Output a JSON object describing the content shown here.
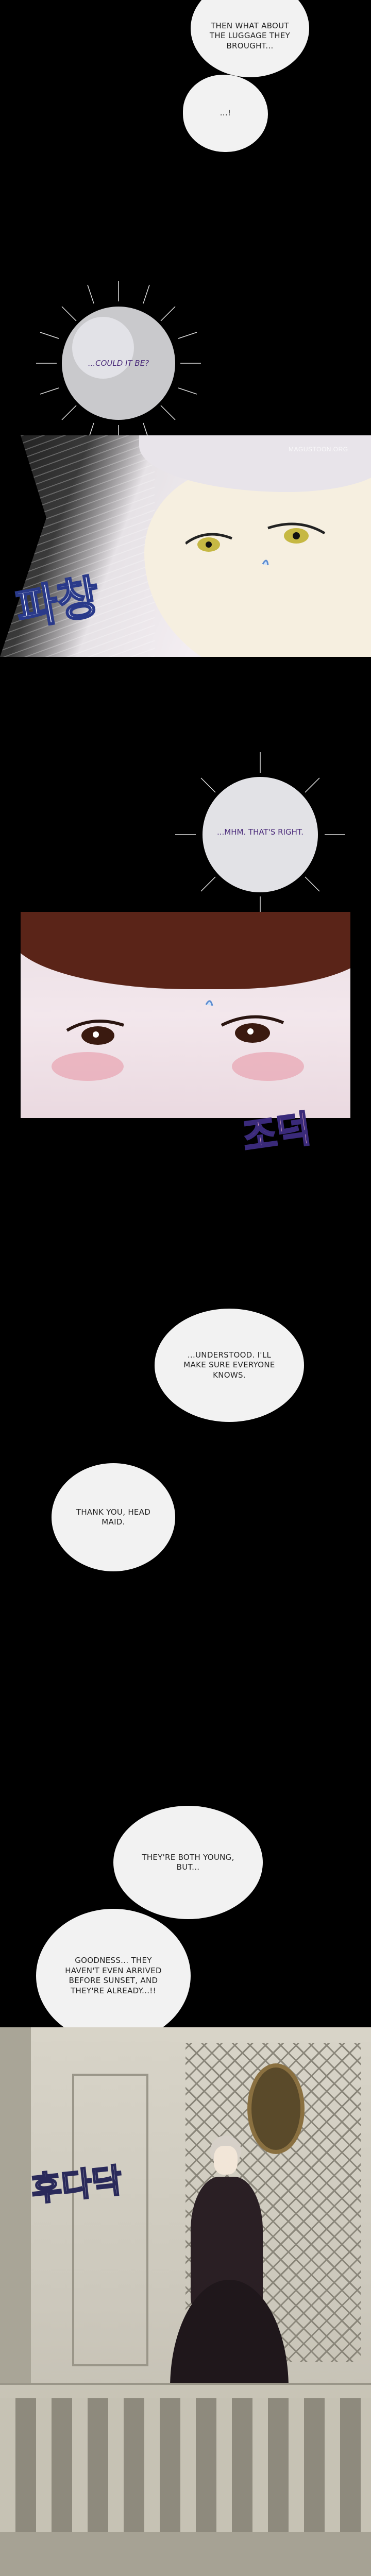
{
  "bubbles": {
    "b1": "THEN WHAT ABOUT\nTHE LUGGAGE THEY\nBROUGHT...",
    "b2": "...!",
    "b3": "...COULD IT BE?",
    "b4": "...MHM. THAT'S RIGHT.",
    "b5": "...UNDERSTOOD. I'LL\nMAKE SURE EVERYONE\nKNOWS.",
    "b6": "THANK YOU, HEAD\nMAID.",
    "b7": "THEY'RE BOTH YOUNG,\nBUT...",
    "b8": "GOODNESS... THEY\nHAVEN'T EVEN ARRIVED\nBEFORE SUNSET, AND\nTHEY'RE ALREADY...!!"
  },
  "sfx": {
    "s1": "파창",
    "s2": "조덕",
    "s3": "후다닥"
  },
  "watermark": "MAGUSTOON.ORG",
  "colors": {
    "background": "#000000",
    "bubble": "#f2f2f2",
    "sfx_outline": "#2a3a8a"
  }
}
